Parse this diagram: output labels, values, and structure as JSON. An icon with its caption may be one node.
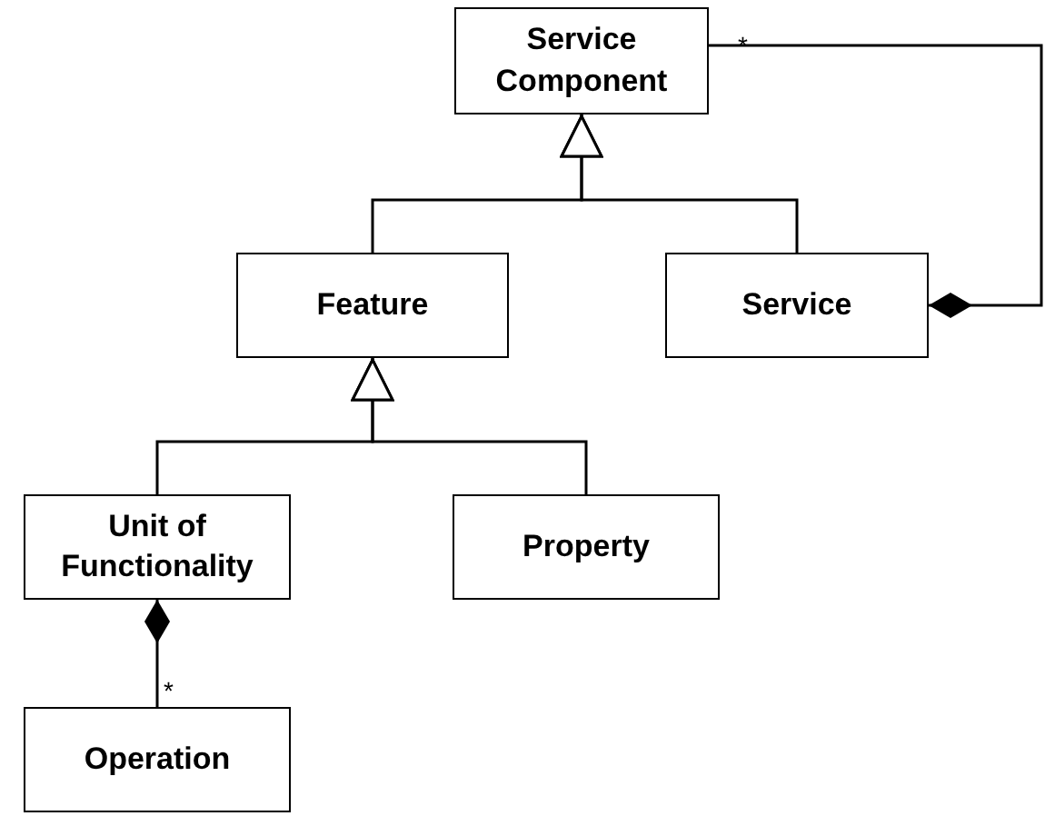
{
  "diagram": {
    "nodes": [
      {
        "text": [
          "Service Component"
        ]
      },
      {
        "text": [
          "Feature"
        ]
      },
      {
        "text": [
          "Service"
        ]
      },
      {
        "text": [
          "Unit of Functionality"
        ]
      },
      {
        "text": [
          "Property"
        ]
      },
      {
        "text": [
          "Operation"
        ]
      }
    ],
    "edges": [
      {
        "from": 1,
        "to": 0,
        "arrow": "to"
      },
      {
        "from": 2,
        "to": 0,
        "arrow": "to"
      },
      {
        "from": 0,
        "to": 2,
        "arrow": "other"
      },
      {
        "from": 3,
        "to": 1,
        "arrow": "to"
      },
      {
        "from": 4,
        "to": 1,
        "arrow": "to"
      },
      {
        "from": 5,
        "to": 3,
        "arrow": "other"
      }
    ],
    "labels": [
      "*",
      "*"
    ]
  }
}
